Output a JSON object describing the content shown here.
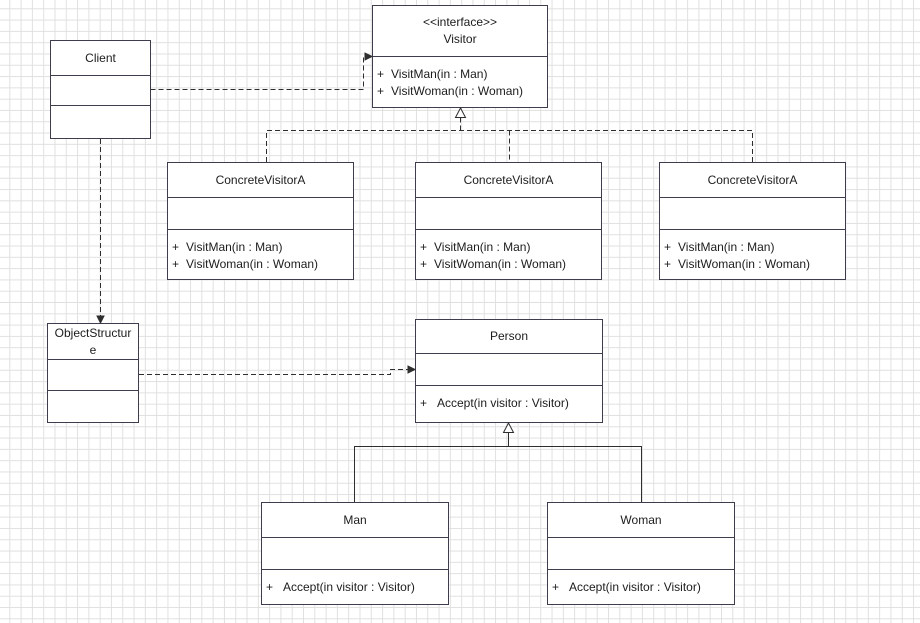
{
  "colors": {
    "box_border": "#3d3d4d",
    "line": "#2e2e2e",
    "grid": "#e0e0e0",
    "text": "#1c1c1c"
  },
  "classes": {
    "visitor": {
      "stereotype": "<<interface>>",
      "name": "Visitor",
      "operations": [
        {
          "visibility": "+",
          "signature": "VisitMan(in : Man)"
        },
        {
          "visibility": "+",
          "signature": "VisitWoman(in : Woman)"
        }
      ]
    },
    "client": {
      "name": "Client",
      "attributes": [],
      "operations": []
    },
    "concrete_visitor_1": {
      "name": "ConcreteVisitorA",
      "attributes": [],
      "operations": [
        {
          "visibility": "+",
          "signature": "VisitMan(in : Man)"
        },
        {
          "visibility": "+",
          "signature": "VisitWoman(in : Woman)"
        }
      ]
    },
    "concrete_visitor_2": {
      "name": "ConcreteVisitorA",
      "attributes": [],
      "operations": [
        {
          "visibility": "+",
          "signature": "VisitMan(in : Man)"
        },
        {
          "visibility": "+",
          "signature": "VisitWoman(in : Woman)"
        }
      ]
    },
    "concrete_visitor_3": {
      "name": "ConcreteVisitorA",
      "attributes": [],
      "operations": [
        {
          "visibility": "+",
          "signature": "VisitMan(in : Man)"
        },
        {
          "visibility": "+",
          "signature": "VisitWoman(in : Woman)"
        }
      ]
    },
    "object_structure": {
      "name": "ObjectStructure",
      "attributes": [],
      "operations": []
    },
    "person": {
      "name": "Person",
      "attributes": [],
      "operations": [
        {
          "visibility": "+",
          "signature": "Accept(in visitor : Visitor)"
        }
      ]
    },
    "man": {
      "name": "Man",
      "attributes": [],
      "operations": [
        {
          "visibility": "+",
          "signature": "Accept(in visitor : Visitor)"
        }
      ]
    },
    "woman": {
      "name": "Woman",
      "attributes": [],
      "operations": [
        {
          "visibility": "+",
          "signature": "Accept(in visitor : Visitor)"
        }
      ]
    }
  }
}
